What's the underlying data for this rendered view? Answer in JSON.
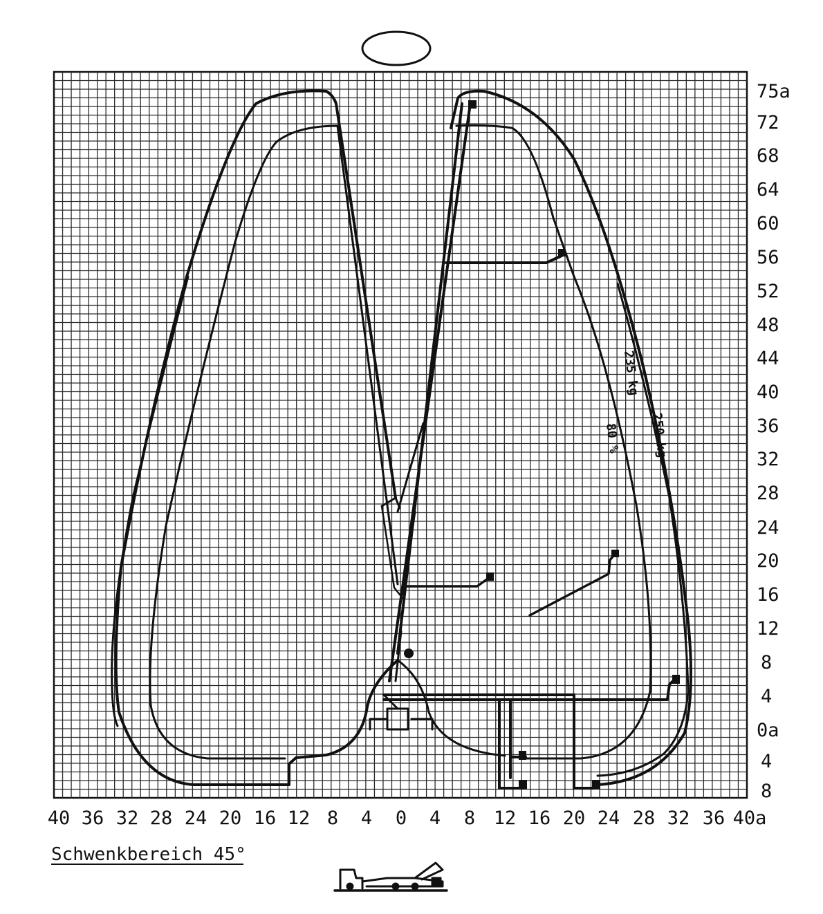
{
  "diagram": {
    "caption": "Schwenkbereich 45°",
    "x_axis": {
      "labels": [
        "40",
        "36",
        "32",
        "28",
        "24",
        "20",
        "16",
        "12",
        "8",
        "4",
        "0",
        "4",
        "8",
        "12",
        "16",
        "20",
        "24",
        "28",
        "32",
        "36",
        "40a"
      ]
    },
    "y_axis": {
      "labels": [
        "75a",
        "72",
        "68",
        "64",
        "60",
        "56",
        "52",
        "48",
        "44",
        "40",
        "36",
        "32",
        "28",
        "24",
        "20",
        "16",
        "12",
        "8",
        "4",
        "0a",
        "4",
        "8"
      ]
    },
    "annotations": {
      "load_a": "250 kg",
      "load_b": "80 %",
      "load_c": "235 kg"
    }
  }
}
